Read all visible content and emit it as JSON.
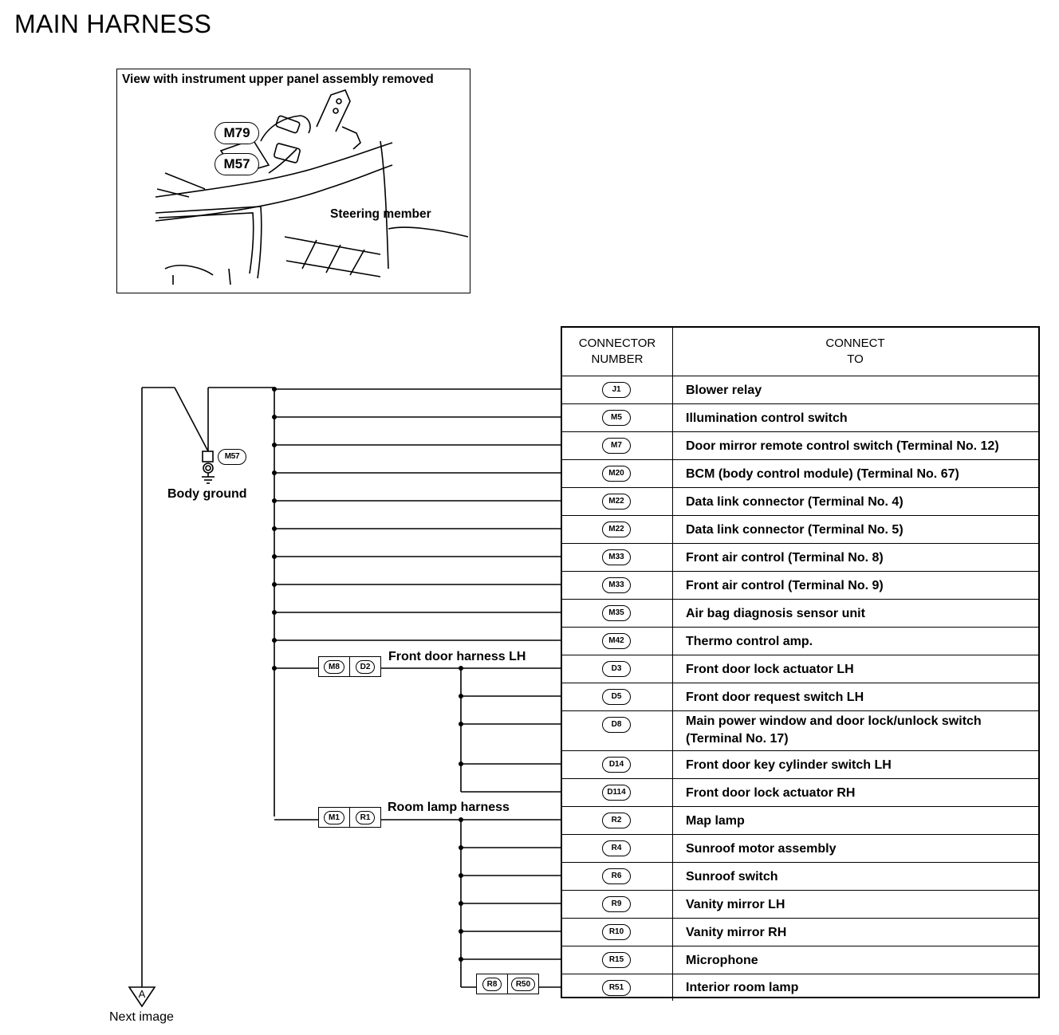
{
  "page": {
    "title": "MAIN HARNESS"
  },
  "view": {
    "caption": "View with instrument upper panel assembly removed",
    "connector_a": "M79",
    "connector_b": "M57",
    "steering_label": "Steering member"
  },
  "ground": {
    "connector": "M57",
    "label": "Body ground"
  },
  "branches": {
    "front_door": {
      "label": "Front door harness LH",
      "joint_left": "M8",
      "joint_right": "D2"
    },
    "room_lamp": {
      "label": "Room lamp harness",
      "joint_left": "M1",
      "joint_right": "R1"
    },
    "interior": {
      "joint_left": "R8",
      "joint_right": "R50"
    }
  },
  "table": {
    "header_number": [
      "CONNECTOR",
      "NUMBER"
    ],
    "header_to": [
      "CONNECT",
      "TO"
    ],
    "rows": [
      {
        "num": "J1",
        "to": "Blower relay"
      },
      {
        "num": "M5",
        "to": "Illumination control switch"
      },
      {
        "num": "M7",
        "to": "Door mirror remote control switch (Terminal No. 12)"
      },
      {
        "num": "M20",
        "to": "BCM (body control module) (Terminal No. 67)"
      },
      {
        "num": "M22",
        "to": "Data link connector (Terminal No. 4)"
      },
      {
        "num": "M22",
        "to": "Data link connector (Terminal No. 5)"
      },
      {
        "num": "M33",
        "to": "Front air control (Terminal No. 8)"
      },
      {
        "num": "M33",
        "to": "Front air control (Terminal No. 9)"
      },
      {
        "num": "M35",
        "to": "Air bag diagnosis sensor unit"
      },
      {
        "num": "M42",
        "to": "Thermo control amp."
      },
      {
        "num": "D3",
        "to": "Front door lock actuator LH"
      },
      {
        "num": "D5",
        "to": "Front door request switch LH"
      },
      {
        "num": "D8",
        "to": "Main power window and door lock/unlock switch (Terminal No. 17)"
      },
      {
        "num": "D14",
        "to": "Front door key cylinder switch LH"
      },
      {
        "num": "D114",
        "to": "Front door lock actuator RH"
      },
      {
        "num": "R2",
        "to": "Map lamp"
      },
      {
        "num": "R4",
        "to": "Sunroof motor assembly"
      },
      {
        "num": "R6",
        "to": "Sunroof switch"
      },
      {
        "num": "R9",
        "to": "Vanity mirror LH"
      },
      {
        "num": "R10",
        "to": "Vanity mirror RH"
      },
      {
        "num": "R15",
        "to": "Microphone"
      },
      {
        "num": "R51",
        "to": "Interior room lamp"
      }
    ]
  },
  "next": {
    "marker": "A",
    "label": "Next  image"
  }
}
